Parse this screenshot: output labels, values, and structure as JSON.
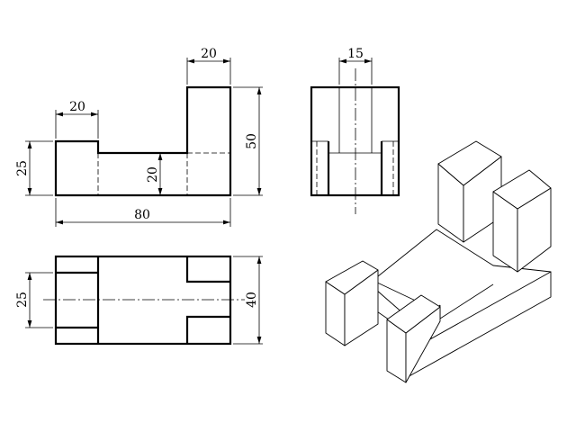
{
  "front_view": {
    "dim_left_top_width": "20",
    "dim_right_top_width": "20",
    "dim_left_height": "25",
    "dim_inner_height": "20",
    "dim_total_height": "50",
    "dim_total_width": "80"
  },
  "side_view": {
    "dim_slot_width": "15"
  },
  "top_view": {
    "dim_inner_width": "25",
    "dim_total_depth": "40"
  }
}
